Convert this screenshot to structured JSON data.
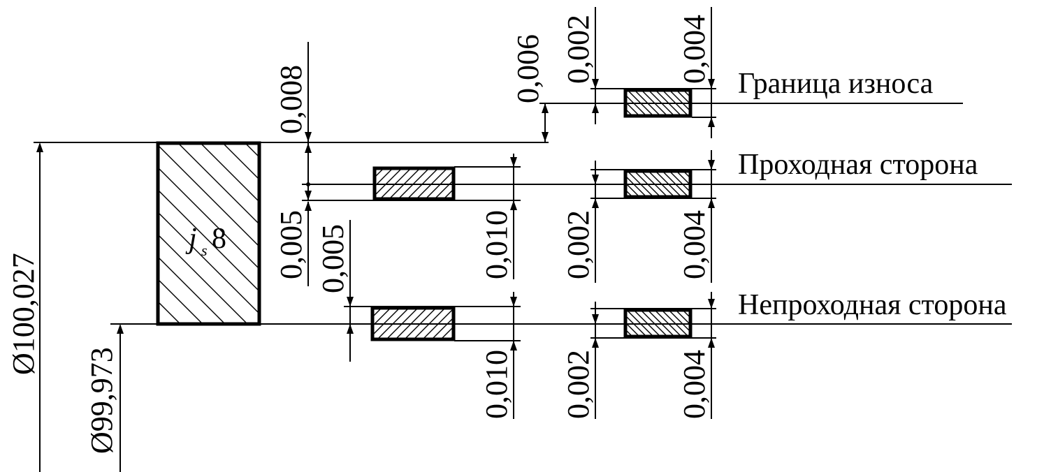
{
  "tolerance_zone": {
    "symbol_letter": "j",
    "symbol_subscript": "s",
    "symbol_grade": "8",
    "upper_diameter": "Ø100,027",
    "lower_diameter": "Ø99,973"
  },
  "gauge_limits": {
    "wear_limit": "Граница износа",
    "go_side": "Проходная сторона",
    "no_go_side": "Непроходная сторона"
  },
  "dimensions": {
    "d_0_008": "0,008",
    "d_0_006": "0,006",
    "d_0_002_top": "0,002",
    "d_0_004_top": "0,004",
    "d_0_005_a": "0,005",
    "d_0_005_b": "0,005",
    "d_0_010_mid": "0,010",
    "d_0_002_mid": "0,002",
    "d_0_004_mid": "0,004",
    "d_0_010_bot": "0,010",
    "d_0_002_bot": "0,002",
    "d_0_004_bot": "0,004"
  }
}
